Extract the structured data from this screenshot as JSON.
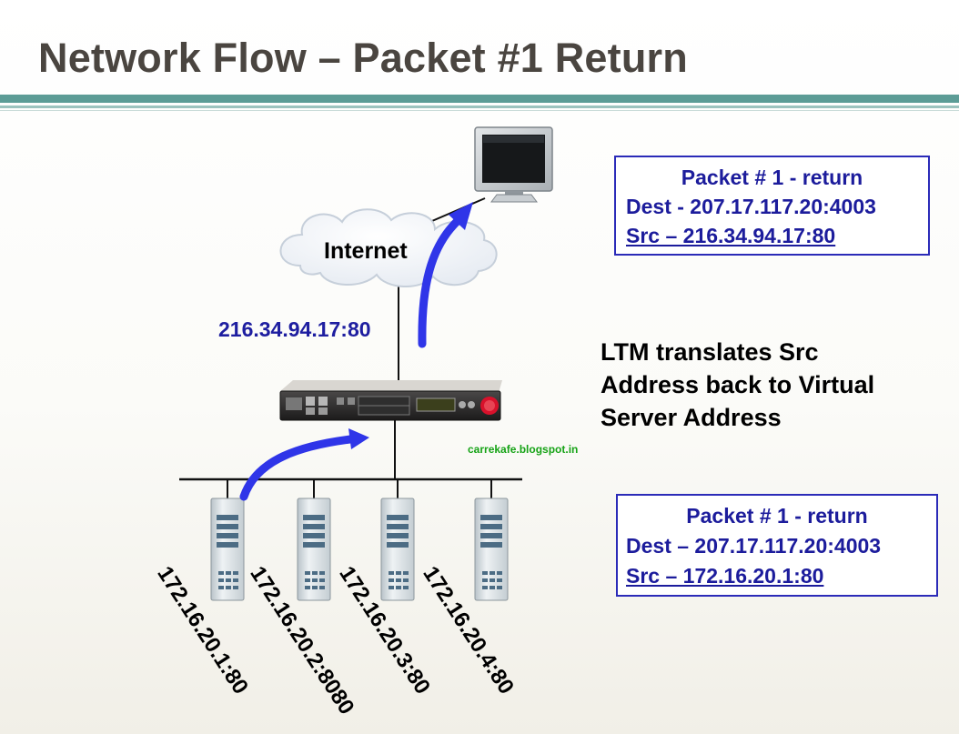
{
  "title": "Network Flow – Packet #1 Return",
  "cloud_label": "Internet",
  "virtual_server": "216.34.94.17:80",
  "description": [
    "LTM translates Src",
    "Address back to Virtual",
    "Server Address"
  ],
  "watermark": "carrekafe.blogspot.in",
  "packet_top": {
    "heading": "Packet # 1 - return",
    "dest": "Dest - 207.17.117.20:4003",
    "src": "Src – 216.34.94.17:80"
  },
  "packet_bottom": {
    "heading": "Packet # 1 - return",
    "dest": "Dest – 207.17.117.20:4003",
    "src": "Src – 172.16.20.1:80"
  },
  "servers": [
    "172.16.20.1:80",
    "172.16.20.2:8080",
    "172.16.20.3:80",
    "172.16.20.4:80"
  ],
  "colors": {
    "title": "#4a4540",
    "accent_rule": "#5c9c96",
    "arrow": "#2f35e8",
    "box_border": "#2b2bb8",
    "box_text": "#1c1c9c",
    "watermark": "#16a316"
  }
}
